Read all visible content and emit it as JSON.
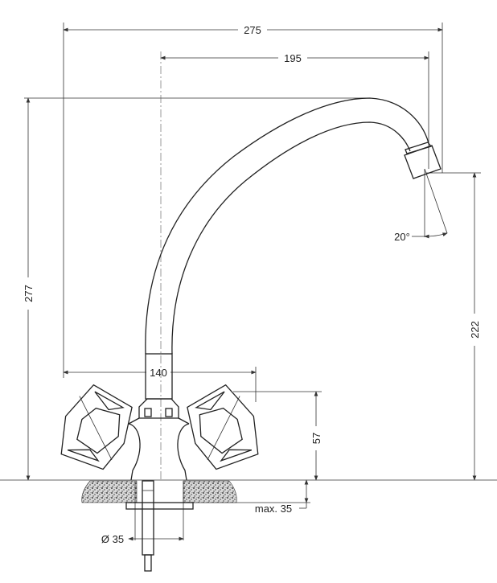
{
  "title": "Faucet technical drawing",
  "dimensions": {
    "overall_reach": "275",
    "spout_reach": "195",
    "overall_height": "277",
    "spout_outlet_height": "222",
    "spout_angle": "20°",
    "handle_span": "140",
    "body_height": "57",
    "max_counter_thickness": "max. 35",
    "mounting_hole_diameter": "Ø 35"
  },
  "colors": {
    "line": "#222222",
    "background": "#ffffff",
    "granite": "#9a9a9a"
  }
}
